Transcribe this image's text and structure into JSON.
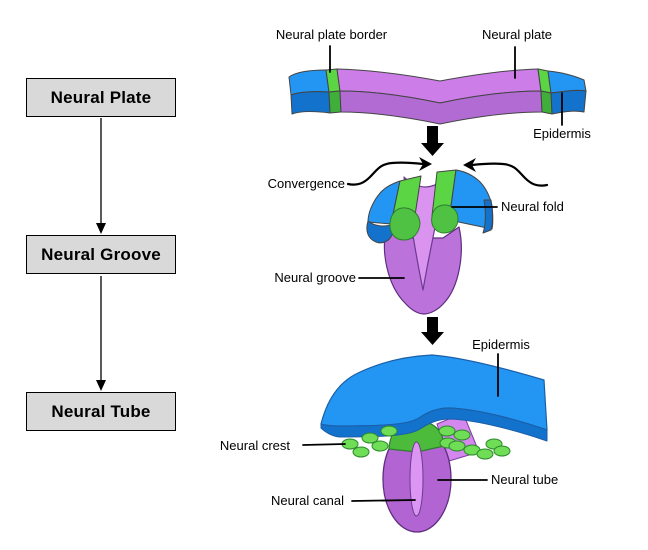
{
  "flowchart": {
    "steps": [
      {
        "label": "Neural Plate"
      },
      {
        "label": "Neural Groove"
      },
      {
        "label": "Neural Tube"
      }
    ]
  },
  "stage1": {
    "labels": {
      "plate_border": "Neural plate border",
      "plate": "Neural plate",
      "epidermis": "Epidermis"
    }
  },
  "stage2": {
    "labels": {
      "convergence": "Convergence",
      "fold": "Neural fold",
      "groove": "Neural groove"
    }
  },
  "stage3": {
    "labels": {
      "epidermis": "Epidermis",
      "crest": "Neural crest",
      "tube": "Neural tube",
      "canal": "Neural canal"
    }
  },
  "colors": {
    "epidermis_top": "#2296F2",
    "epidermis_front": "#1372CC",
    "neural_plate_top": "#CC7DE8",
    "neural_plate_front": "#B26BD3",
    "border_green_top": "#5CD545",
    "border_green_front": "#3FAE3A",
    "groove_outer": "#BC72DB",
    "groove_inner": "#DB93F0",
    "wing_green_blob": "#4FC243",
    "tube_body": "#B164D2",
    "canal_fill": "#DC95F2",
    "crest_cell": "#6FDD55",
    "crest_cap": "#4CBB3C",
    "behind_purple": "#D488EE",
    "box_fill": "#D9D9D9",
    "line_black": "#000000"
  }
}
